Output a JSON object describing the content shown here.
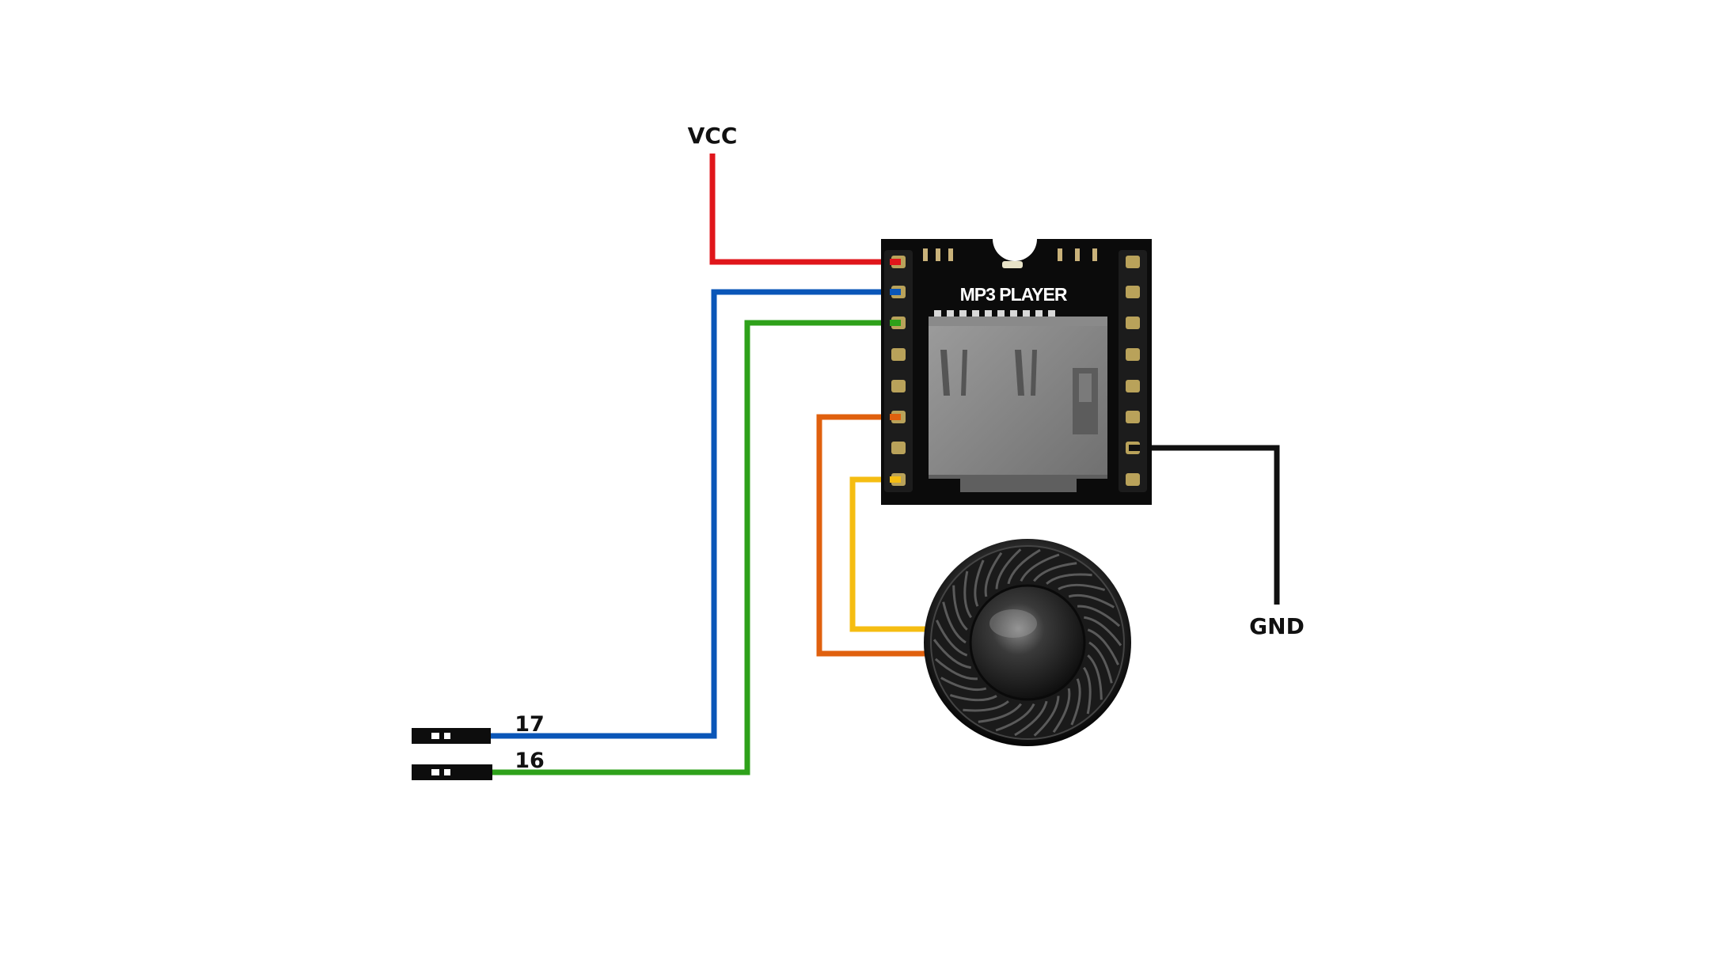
{
  "labels": {
    "vcc": "VCC",
    "gnd": "GND",
    "pin17": "17",
    "pin16": "16"
  },
  "module": {
    "title": "MP3 PLAYER",
    "left_pins": 8,
    "right_pins": 8
  },
  "colors": {
    "vcc_wire": "#e0161b",
    "pin17_wire": "#0a56b8",
    "pin16_wire": "#2ea11a",
    "speaker_wire_1": "#e0600e",
    "speaker_wire_2": "#f5bd12",
    "gnd_wire": "#111111",
    "board": "#0b0b0b",
    "pin_pad": "#b9a25a"
  }
}
